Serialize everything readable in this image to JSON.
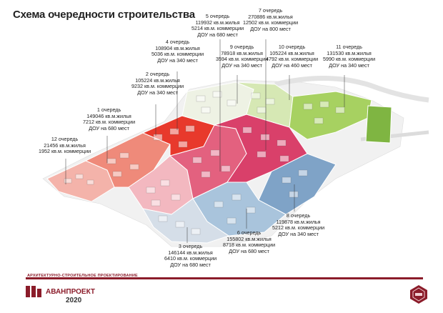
{
  "title": "Схема очередности строительства",
  "footer": {
    "subtitle": "АРХИТЕКТУРНО-СТРОИТЕЛЬНОЕ ПРОЕКТИРОВАНИЕ",
    "brand": "АВАНПРОЕКТ",
    "year": "2020",
    "accent_color": "#8b1c2a"
  },
  "queues": [
    {
      "id": "q12",
      "lines": [
        "12 очередь",
        "21456 кв.м.жилья",
        "1952 кв.м. коммерции"
      ],
      "color": "#f2a8a0"
    },
    {
      "id": "q1",
      "lines": [
        "1 очередь",
        "149046 кв.м.жилья",
        "7212 кв.м. коммерции",
        "ДОУ на 680 мест"
      ],
      "color": "#ef8a7a"
    },
    {
      "id": "q2",
      "lines": [
        "2 очередь",
        "105224 кв.м.жилья",
        "9232 кв.м. коммерции",
        "ДОУ на 340 мест"
      ],
      "color": "#e8392c"
    },
    {
      "id": "q4",
      "lines": [
        "4 очередь",
        "108904 кв.м.жилья",
        "5036 кв.м. коммерции",
        "ДОУ на 340 мест"
      ],
      "color": "#f3b8c0"
    },
    {
      "id": "q5",
      "lines": [
        "5 очередь",
        "119932 кв.м.жилья",
        "5214 кв.м. коммерции",
        "ДОУ на 680 мест"
      ],
      "color": "#e0577a"
    },
    {
      "id": "q7",
      "lines": [
        "7 очередь",
        "270886 кв.м.жилья",
        "12502 кв.м. коммерции",
        "ДОУ на 800 мест"
      ],
      "color": "#d9406a"
    },
    {
      "id": "q9",
      "lines": [
        "9 очередь",
        "78918 кв.м.жилья",
        "3594 кв.м. коммерции",
        "ДОУ на 340 мест"
      ],
      "color": "#e9efd9"
    },
    {
      "id": "q10",
      "lines": [
        "10 очередь",
        "105224 кв.м.жилья",
        "4792 кв.м. коммерции",
        "ДОУ на 460 мест"
      ],
      "color": "#cfe3a8"
    },
    {
      "id": "q11",
      "lines": [
        "11 очередь",
        "131530 кв.м.жилья",
        "5990 кв.м. коммерции",
        "ДОУ на 340 мест"
      ],
      "color": "#a7d161"
    },
    {
      "id": "q8",
      "lines": [
        "8 очередь",
        "119878 кв.м.жилья",
        "5212 кв.м. коммерции",
        "ДОУ на 340 мест"
      ],
      "color": "#7fa3c7"
    },
    {
      "id": "q6",
      "lines": [
        "6 очередь",
        "155802 кв.м.жилья",
        "8718 кв.м. коммерции",
        "ДОУ на 680 мест"
      ],
      "color": "#a9c4dc"
    },
    {
      "id": "q3",
      "lines": [
        "3 очередь",
        "146144 кв.м.жилья",
        "6410 кв.м. коммерции",
        "ДОУ на 680 мест"
      ],
      "color": "#d3dde8"
    }
  ]
}
